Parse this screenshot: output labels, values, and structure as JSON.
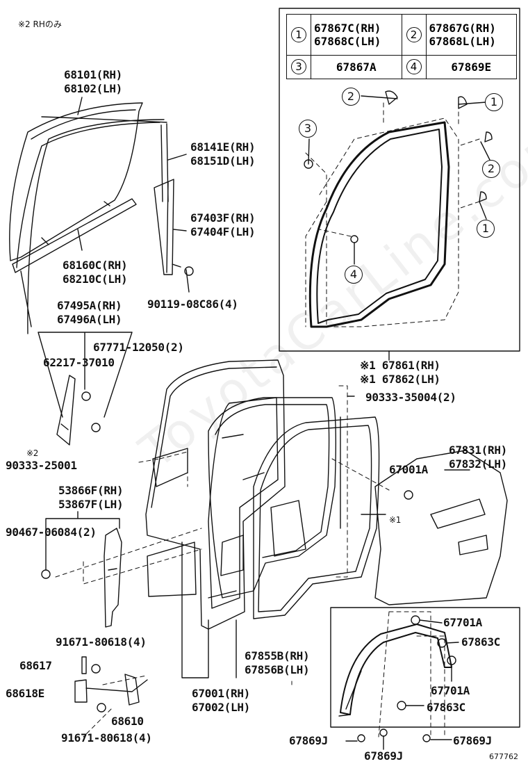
{
  "note_top": "※2 RHのみ",
  "legend": [
    {
      "num": "1",
      "rh": "67867C(RH)",
      "lh": "67868C(LH)"
    },
    {
      "num": "2",
      "rh": "67867G(RH)",
      "lh": "67868L(LH)"
    },
    {
      "num": "3",
      "code": "67867A"
    },
    {
      "num": "4",
      "code": "67869E"
    }
  ],
  "callouts": {
    "c1a": "1",
    "c1b": "1",
    "c2a": "2",
    "c2b": "2",
    "c3": "3",
    "c4": "4"
  },
  "labels": {
    "glass_rh": "68101(RH)",
    "glass_lh": "68102(LH)",
    "run_rh": "68141E(RH)",
    "run_lh": "68151D(LH)",
    "chan_rh": "67403F(RH)",
    "chan_lh": "67404F(LH)",
    "belt_rh": "68160C(RH)",
    "belt_lh": "68210C(LH)",
    "bolt1": "90119-08C86(4)",
    "garn_rh": "67495A(RH)",
    "garn_lh": "67496A(LH)",
    "clip1": "67771-12050(2)",
    "clip2": "62217-37010",
    "ws_rh": "※1 67861(RH)",
    "ws_lh": "※1 67862(LH)",
    "cush1": "90333-35004(2)",
    "cap2": "※2",
    "cush2": "90333-25001",
    "trim_rh": "67831(RH)",
    "trim_lh": "67832(LH)",
    "clip3": "67001A",
    "mark1": "※1",
    "hinge_rh": "53866F(RH)",
    "hinge_lh": "53867F(LH)",
    "clip4": "90467-06084(2)",
    "bolt2": "91671-80618(4)",
    "part68617": "68617",
    "part68618e": "68618E",
    "check": "68610",
    "bolt3": "91671-80618(4)",
    "door_rh": "67001(RH)",
    "door_lh": "67002(LH)",
    "seal_rh": "67855B(RH)",
    "seal_lh": "67856B(LH)",
    "p67701a_1": "67701A",
    "p67863c_1": "67863C",
    "p67701a_2": "67701A",
    "p67863c_2": "67863C",
    "p67869j_1": "67869J",
    "p67869j_2": "67869J",
    "p67869j_3": "67869J",
    "figno": "677762"
  },
  "watermark": "ToyotaCarLine.com"
}
